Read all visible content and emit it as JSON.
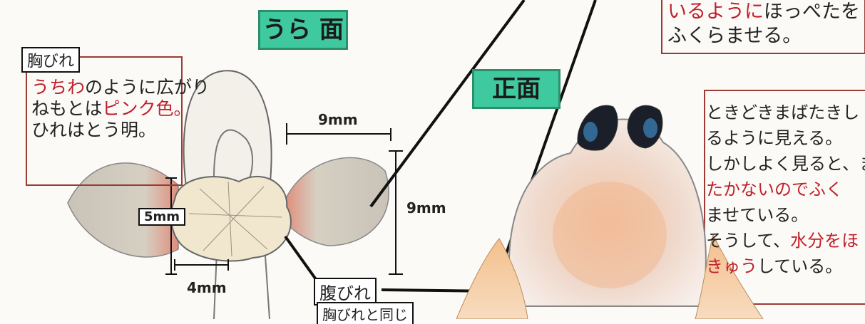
{
  "headings": {
    "back": "うら 面",
    "front": "正面"
  },
  "pectoral": {
    "tag": "胸びれ",
    "lines": [
      {
        "parts": [
          {
            "t": "うちわ",
            "red": true
          },
          {
            "t": "のように広がり",
            "red": false
          }
        ]
      },
      {
        "parts": [
          {
            "t": "ねもとは",
            "red": false
          },
          {
            "t": "ピンク色。",
            "red": true
          }
        ]
      },
      {
        "parts": [
          {
            "t": "ひれはとう明。",
            "red": false
          }
        ]
      }
    ]
  },
  "measures": {
    "fin_width": "9mm",
    "fin_height": "9mm",
    "pelvic_width": "5mm",
    "body_width": "4mm"
  },
  "pelvic": {
    "tag": "腹びれ",
    "sub": "胸びれと同じ"
  },
  "top_note": {
    "lines": [
      {
        "parts": [
          {
            "t": "いるように",
            "red": true
          },
          {
            "t": "ほっぺたを",
            "red": false
          }
        ]
      },
      {
        "parts": [
          {
            "t": "ふくらませる。",
            "red": false
          }
        ]
      }
    ]
  },
  "right_note": {
    "lines": [
      {
        "parts": [
          {
            "t": "ときどきまばたきし",
            "red": false
          }
        ]
      },
      {
        "parts": [
          {
            "t": "るように見える。",
            "red": false
          }
        ]
      },
      {
        "parts": [
          {
            "t": "しかしよく見ると、ま",
            "red": false
          }
        ]
      },
      {
        "parts": [
          {
            "t": "たかないので",
            "red": true
          },
          {
            "t": "ふく",
            "red": true
          }
        ]
      },
      {
        "parts": [
          {
            "t": "ませている。",
            "red": false
          }
        ]
      },
      {
        "parts": [
          {
            "t": "そうして、",
            "red": false
          },
          {
            "t": "水分をほ",
            "red": true
          }
        ]
      },
      {
        "parts": [
          {
            "t": "きゅう",
            "red": true
          },
          {
            "t": "している。",
            "red": false
          }
        ]
      }
    ]
  },
  "colors": {
    "teal": "#3fc99e",
    "ink": "#111111",
    "red_text": "#c0202a",
    "box_red": "#9b3b34"
  }
}
